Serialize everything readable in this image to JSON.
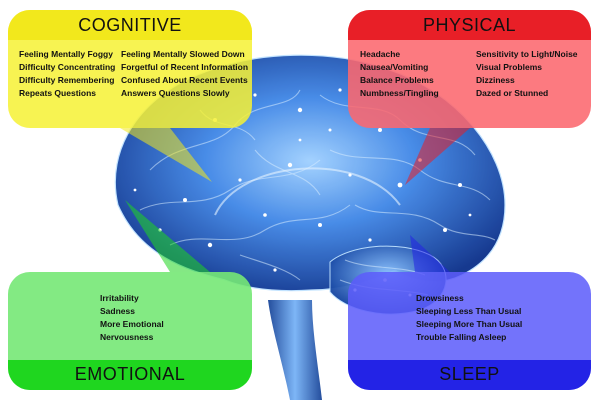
{
  "colors": {
    "cognitive": "#f2e81c",
    "physical": "#e81f27",
    "emotional": "#1fd61f",
    "sleep": "#2323e6",
    "brain": "#2f6fd6"
  },
  "panels": {
    "cognitive": {
      "title": "COGNITIVE",
      "col1": [
        "Feeling Mentally Foggy",
        "Difficulty Concentrating",
        "Difficulty Remembering",
        "Repeats Questions"
      ],
      "col2": [
        "Feeling Mentally Slowed Down",
        "Forgetful of Recent Information",
        "Confused About Recent Events",
        "Answers Questions Slowly"
      ]
    },
    "physical": {
      "title": "PHYSICAL",
      "col1": [
        "Headache",
        "Nausea/Vomiting",
        "Balance Problems",
        "Numbness/Tingling"
      ],
      "col2": [
        "Sensitivity to Light/Noise",
        "Visual Problems",
        "Dizziness",
        "Dazed or Stunned"
      ]
    },
    "emotional": {
      "title": "EMOTIONAL",
      "col1": [
        "Irritability",
        "Sadness",
        "More Emotional",
        "Nervousness"
      ]
    },
    "sleep": {
      "title": "SLEEP",
      "col1": [
        "Drowsiness",
        "Sleeping Less Than Usual",
        "Sleeping More Than Usual",
        "Trouble Falling Asleep"
      ]
    }
  }
}
